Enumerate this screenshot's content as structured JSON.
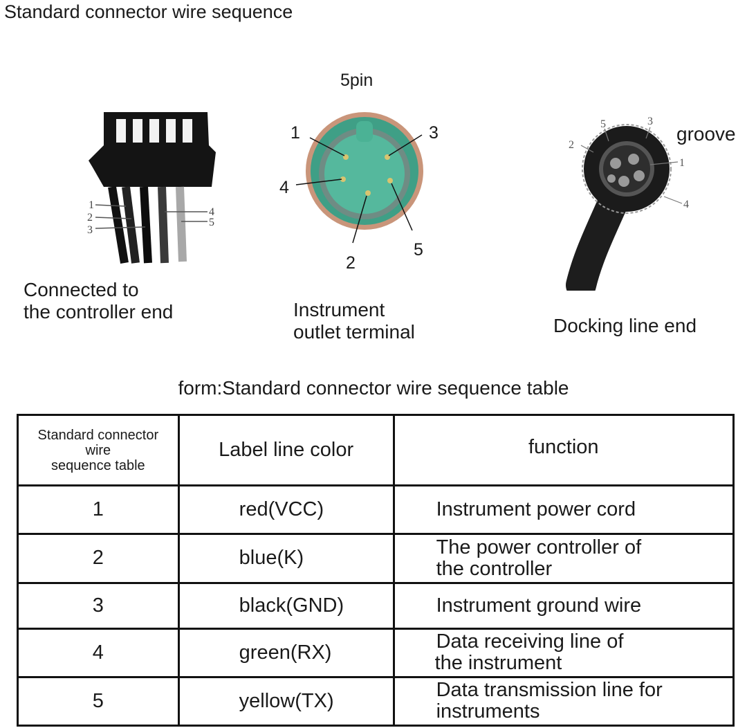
{
  "title": "Standard connector wire sequence",
  "pin_count_label": "5pin",
  "figures": {
    "controller_end": {
      "caption_line1": "Connected to",
      "caption_line2": "the controller end",
      "pins_left": [
        "1",
        "2",
        "3"
      ],
      "pins_right": [
        "4",
        "5"
      ]
    },
    "instrument_outlet": {
      "caption_line1": "Instrument",
      "caption_line2": "outlet terminal",
      "pins": [
        "1",
        "2",
        "3",
        "4",
        "5"
      ]
    },
    "docking_line": {
      "caption": "Docking line end",
      "groove_label": "groove",
      "pins": [
        "1",
        "2",
        "3",
        "4",
        "5"
      ]
    }
  },
  "table": {
    "caption": "form:Standard connector wire sequence table",
    "header": {
      "col1_line1": "Standard connector",
      "col1_line2": "wire",
      "col1_line3": "sequence table",
      "col2": "Label line color",
      "col3": "function"
    },
    "rows": [
      {
        "num": "1",
        "color": "red(VCC)",
        "func1": "Instrument power cord",
        "func2": ""
      },
      {
        "num": "2",
        "color": "blue(K)",
        "func1": "The power controller of",
        "func2": "the controller"
      },
      {
        "num": "3",
        "color": "black(GND)",
        "func1": "Instrument ground wire",
        "func2": ""
      },
      {
        "num": "4",
        "color": "green(RX)",
        "func1": "Data receiving line of",
        "func2": "the instrument"
      },
      {
        "num": "5",
        "color": "yellow(TX)",
        "func1": "Data transmission line for",
        "func2": "instruments"
      }
    ]
  }
}
